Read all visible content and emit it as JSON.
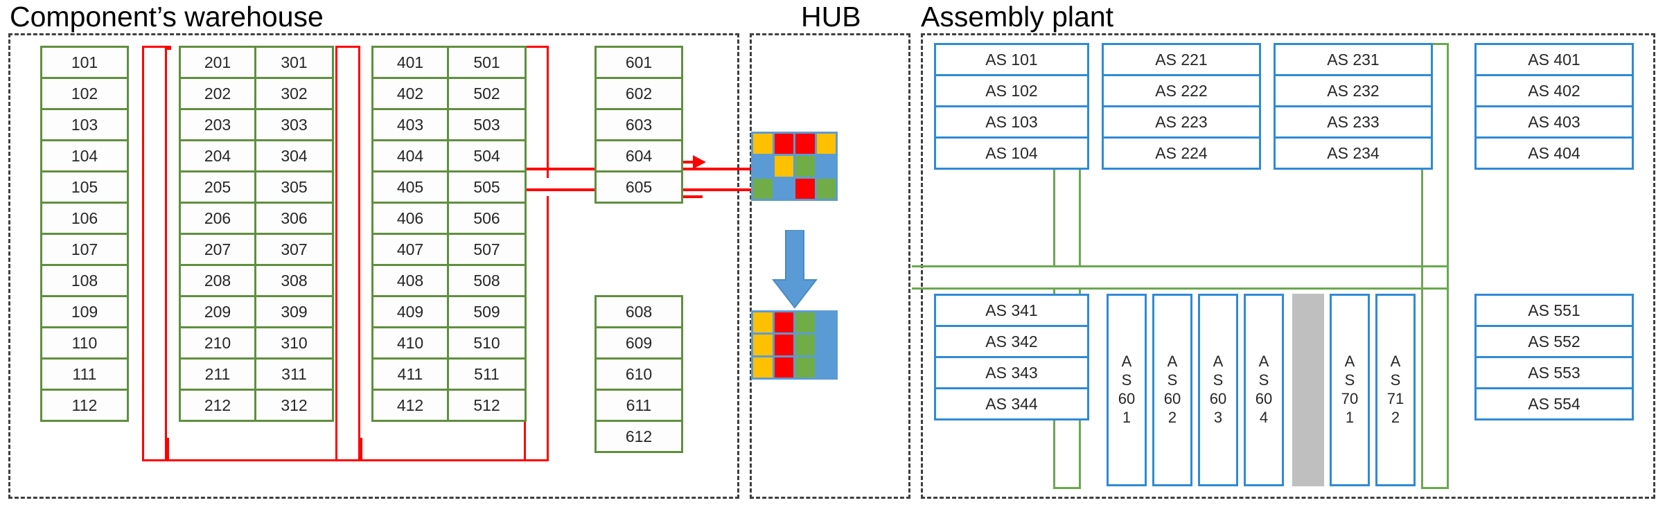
{
  "titles": {
    "warehouse": "Component’s warehouse",
    "hub": "HUB",
    "assembly": "Assembly plant"
  },
  "colors": {
    "rack_border": "#5f8f3e",
    "as_border": "#2e8ad6",
    "red_path": "#ff0000",
    "green_path": "#6aa84f",
    "zone_border": "#3f3f3f",
    "gray_block": "#bfbfbf",
    "hub_yellow": "#ffc000",
    "hub_red": "#ff0000",
    "hub_green": "#70ad47",
    "hub_blue": "#5b9bd5",
    "blue_arrow": "#5b9bd5"
  },
  "warehouse": {
    "racks": [
      {
        "name": "rack-100",
        "cells": [
          "101",
          "102",
          "103",
          "104",
          "105",
          "106",
          "107",
          "108",
          "109",
          "110",
          "111",
          "112"
        ]
      },
      {
        "name": "rack-200",
        "cells": [
          "201",
          "202",
          "203",
          "204",
          "205",
          "206",
          "207",
          "208",
          "209",
          "210",
          "211",
          "212"
        ]
      },
      {
        "name": "rack-300",
        "cells": [
          "301",
          "302",
          "303",
          "304",
          "305",
          "306",
          "307",
          "308",
          "309",
          "310",
          "311",
          "312"
        ]
      },
      {
        "name": "rack-400",
        "cells": [
          "401",
          "402",
          "403",
          "404",
          "405",
          "406",
          "407",
          "408",
          "409",
          "410",
          "411",
          "412"
        ]
      },
      {
        "name": "rack-500",
        "cells": [
          "501",
          "502",
          "503",
          "504",
          "505",
          "506",
          "507",
          "508",
          "509",
          "510",
          "511",
          "512"
        ]
      },
      {
        "name": "rack-600-top",
        "cells": [
          "601",
          "602",
          "603",
          "604",
          "605"
        ]
      },
      {
        "name": "rack-600-bottom",
        "cells": [
          "608",
          "609",
          "610",
          "611",
          "612"
        ]
      }
    ]
  },
  "hub": {
    "grid_in": {
      "label": "unsorted-component-grid",
      "rows": 3,
      "cols": 4,
      "cells": [
        [
          "yellow",
          "red",
          "red",
          "yellow"
        ],
        [
          "blue",
          "yellow",
          "green",
          "blue"
        ],
        [
          "green",
          "blue",
          "red",
          "green"
        ]
      ]
    },
    "grid_out": {
      "label": "sorted-component-grid",
      "rows": 3,
      "cols": 4,
      "cells": [
        [
          "yellow",
          "red",
          "green",
          "blue"
        ],
        [
          "yellow",
          "red",
          "green",
          "blue"
        ],
        [
          "yellow",
          "red",
          "green",
          "blue"
        ]
      ]
    },
    "arrow": "down-arrow"
  },
  "assembly": {
    "columns": [
      {
        "name": "as-col-100",
        "boxes": [
          "AS 101",
          "AS 102",
          "AS 103",
          "AS 104"
        ]
      },
      {
        "name": "as-col-220",
        "boxes": [
          "AS 221",
          "AS 222",
          "AS 223",
          "AS 224"
        ]
      },
      {
        "name": "as-col-230",
        "boxes": [
          "AS 231",
          "AS 232",
          "AS 233",
          "AS 234"
        ]
      },
      {
        "name": "as-col-400",
        "boxes": [
          "AS 401",
          "AS 402",
          "AS 403",
          "AS 404"
        ]
      },
      {
        "name": "as-col-340",
        "boxes": [
          "AS 341",
          "AS 342",
          "AS 343",
          "AS 344"
        ]
      },
      {
        "name": "as-col-550",
        "boxes": [
          "AS 551",
          "AS 552",
          "AS 553",
          "AS 554"
        ]
      }
    ],
    "vertical_stations": [
      {
        "name": "as-601",
        "lines": [
          "A",
          "S",
          "60",
          "1"
        ]
      },
      {
        "name": "as-602",
        "lines": [
          "A",
          "S",
          "60",
          "2"
        ]
      },
      {
        "name": "as-603",
        "lines": [
          "A",
          "S",
          "60",
          "3"
        ]
      },
      {
        "name": "as-604",
        "lines": [
          "A",
          "S",
          "60",
          "4"
        ]
      },
      {
        "name": "as-701",
        "lines": [
          "A",
          "S",
          "70",
          "1"
        ]
      },
      {
        "name": "as-712",
        "lines": [
          "A",
          "S",
          "71",
          "2"
        ]
      }
    ]
  }
}
